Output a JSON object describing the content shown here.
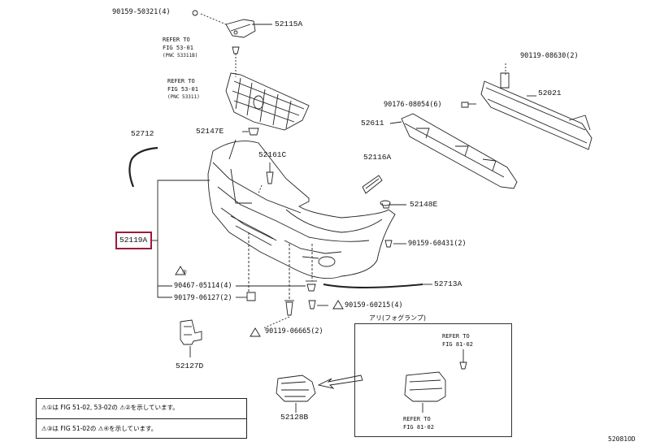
{
  "diagram_id": "52081OD",
  "parts": {
    "p52115A": "52115A",
    "p90159_50321": "90159-50321(4)",
    "p52021": "52021",
    "p90119_08630": "90119-08630(2)",
    "p90176_08054": "90176-08054(6)",
    "p52611": "52611",
    "p52712": "52712",
    "p52147E": "52147E",
    "p52161C": "52161C",
    "p52116A": "52116A",
    "p52148E": "52148E",
    "p52119A": "52119A",
    "p90159_60431": "90159-60431(2)",
    "p90467_05114": "90467-05114(4)",
    "p90179_06127": "90179-06127(2)",
    "p52713A": "52713A",
    "p90159_60215": "90159-60215(4)",
    "p90119_06665": "90119-06665(2)",
    "p52127D": "52127D",
    "p52128B": "52128B"
  },
  "refs": {
    "ref1_l1": "REFER TO",
    "ref1_l2": "FIG 53-01",
    "ref1_l3": "(PNC 53311B)",
    "ref2_l1": "REFER TO",
    "ref2_l2": "FIG 53-01",
    "ref2_l3": "(PNC 53311)",
    "ref3_l1": "REFER TO",
    "ref3_l2": "FIG 81-02",
    "ref4_l1": "REFER TO",
    "ref4_l2": "FIG 81-02"
  },
  "fog_box_title": "アリ(フォグランプ)",
  "legend": {
    "row1": "⚠①は FIG 51-02, 53-02の ⚠②を示しています。",
    "row2": "⚠③は FIG 51-02の ⚠④を示しています。"
  },
  "markers": {
    "m1": "②",
    "m2": "④",
    "m3": "③"
  },
  "colors": {
    "highlight": "#9b1b3b",
    "line": "#222222"
  }
}
